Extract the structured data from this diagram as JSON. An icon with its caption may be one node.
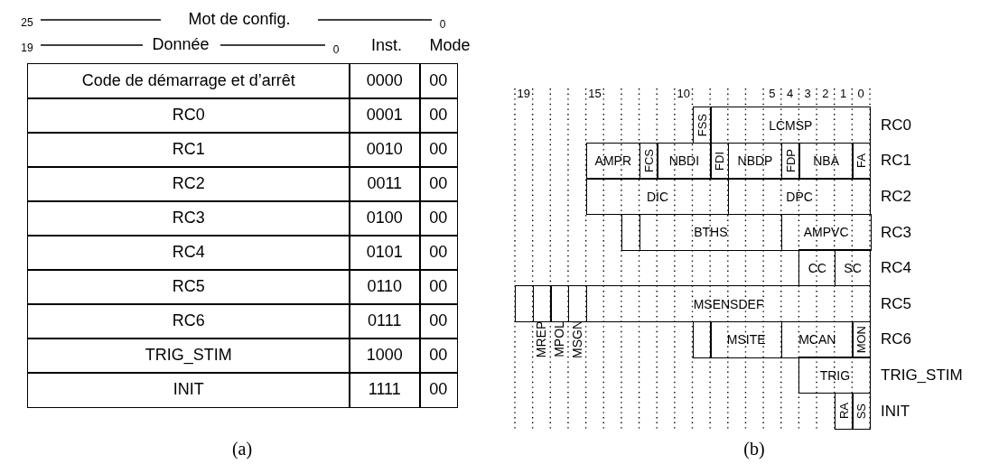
{
  "diagram": {
    "nodes": [
      {
        "text": [
          "FSS"
        ]
      },
      {
        "text": [
          "LCMSP"
        ]
      },
      {
        "text": [
          "AMPR"
        ]
      },
      {
        "text": [
          "FCS"
        ]
      },
      {
        "text": [
          "NBDI"
        ]
      },
      {
        "text": [
          "FDI"
        ]
      },
      {
        "text": [
          "NBDP"
        ]
      },
      {
        "text": [
          "FDP"
        ]
      },
      {
        "text": [
          "NBA"
        ]
      },
      {
        "text": [
          "FA"
        ]
      },
      {
        "text": [
          "DIC"
        ]
      },
      {
        "text": [
          "DPC"
        ]
      },
      {
        "text": [],
        "shape": "box"
      },
      {
        "text": [
          "BTHS"
        ]
      },
      {
        "text": [
          "AMPVC"
        ]
      },
      {
        "text": [
          "CC"
        ]
      },
      {
        "text": [
          "SC"
        ]
      },
      {
        "text": [],
        "shape": "box"
      },
      {
        "text": [],
        "shape": "box"
      },
      {
        "text": [],
        "shape": "box"
      },
      {
        "text": [],
        "shape": "box"
      },
      {
        "text": [
          "MSENSDEF"
        ]
      },
      {
        "text": [],
        "shape": "box"
      },
      {
        "text": [
          "MSITE"
        ]
      },
      {
        "text": [
          "MCAN"
        ]
      },
      {
        "text": [
          "MON"
        ]
      },
      {
        "text": [
          "TRIG"
        ]
      },
      {
        "text": [
          "RA"
        ]
      },
      {
        "text": [
          "SS"
        ]
      }
    ],
    "labels": [
      "25",
      "Mot de config.",
      "0",
      "19",
      "Donnée",
      "0",
      "Inst.",
      "Mode",
      "Code de démarrage et d’arrêt",
      "0000",
      "00",
      "RC0",
      "0001",
      "00",
      "RC1",
      "0010",
      "00",
      "RC2",
      "0011",
      "00",
      "RC3",
      "0100",
      "00",
      "RC4",
      "0101",
      "00",
      "RC5",
      "0110",
      "00",
      "RC6",
      "0111",
      "00",
      "TRIG_STIM",
      "1000",
      "00",
      "INIT",
      "1111",
      "00",
      "(a)",
      "19",
      "15",
      "10",
      "5",
      "4",
      "3",
      "2",
      "1",
      "0",
      "RC0",
      "RC1",
      "RC2",
      "RC3",
      "RC4",
      "RC5",
      "RC6",
      "TRIG_STIM",
      "INIT",
      "MREP",
      "MPOL",
      "MSGN",
      "(b)"
    ]
  }
}
